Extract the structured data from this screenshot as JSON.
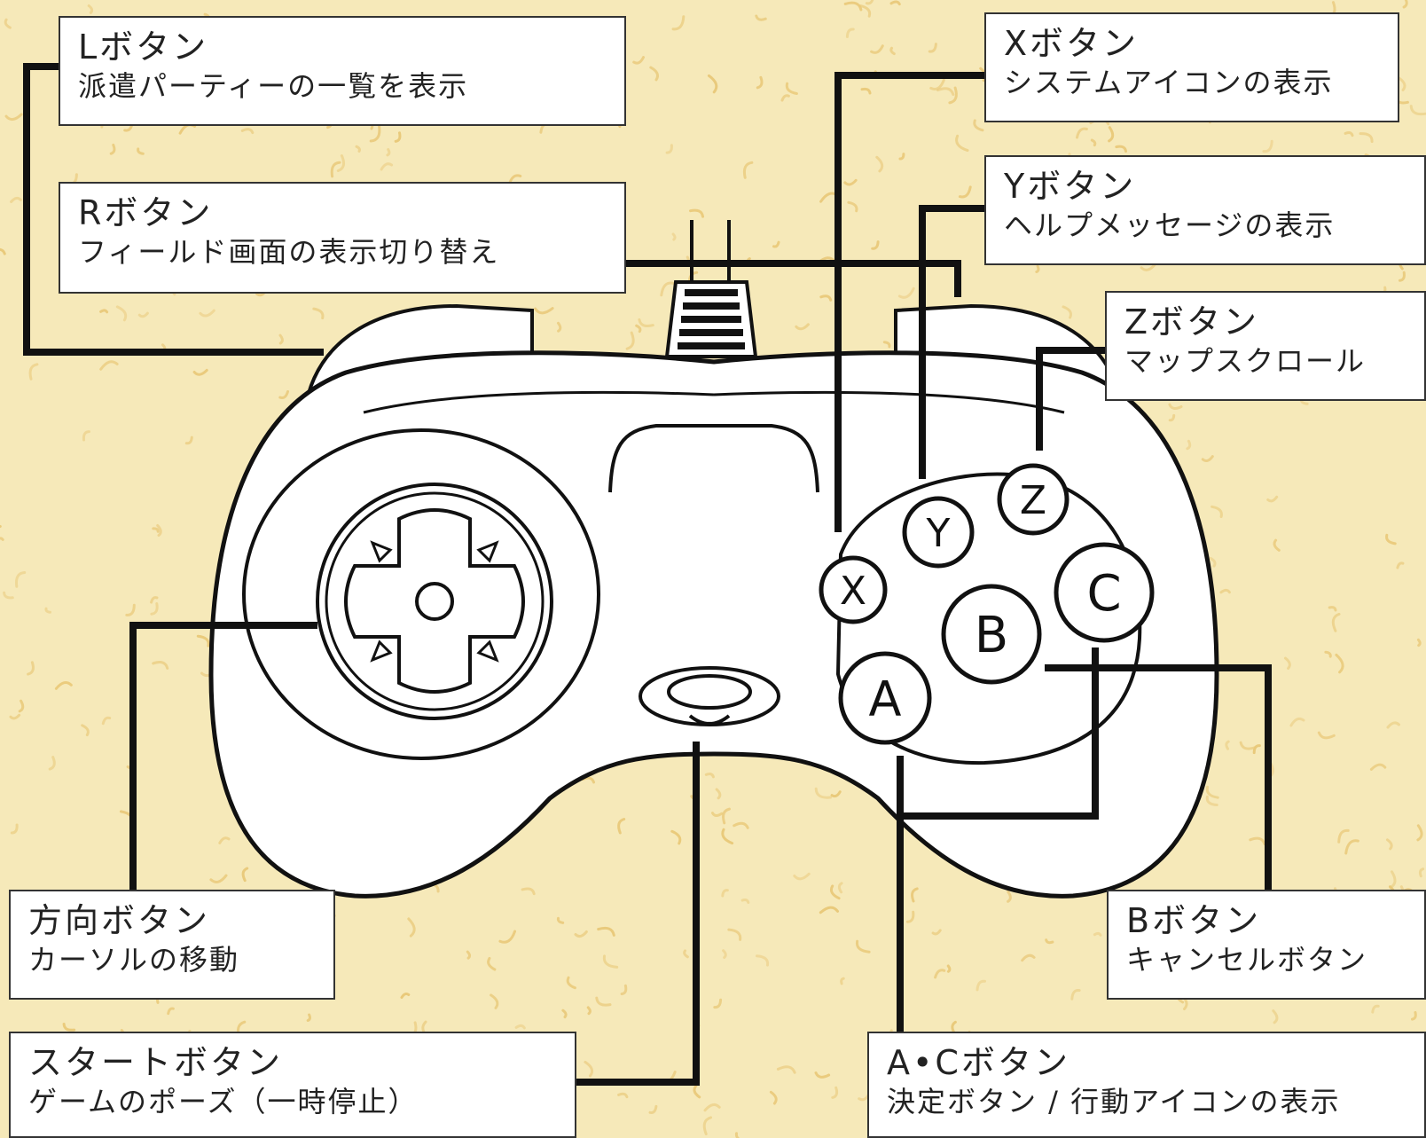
{
  "colors": {
    "background": "#f6e9b9",
    "speckle": "#e9c97a",
    "line": "#111111",
    "box_border": "#333333"
  },
  "controller": {
    "face_buttons": [
      {
        "id": "x",
        "label": "X"
      },
      {
        "id": "y",
        "label": "Y"
      },
      {
        "id": "z",
        "label": "Z"
      },
      {
        "id": "a",
        "label": "A"
      },
      {
        "id": "b",
        "label": "B"
      },
      {
        "id": "c",
        "label": "C"
      }
    ]
  },
  "labels": {
    "l": {
      "title": "Lボタン",
      "desc": "派遣パーティーの一覧を表示"
    },
    "r": {
      "title": "Rボタン",
      "desc": "フィールド画面の表示切り替え"
    },
    "x": {
      "title": "Xボタン",
      "desc": "システムアイコンの表示"
    },
    "y": {
      "title": "Yボタン",
      "desc": "ヘルプメッセージの表示"
    },
    "z": {
      "title": "Zボタン",
      "desc": "マップスクロール"
    },
    "dpad": {
      "title": "方向ボタン",
      "desc": "カーソルの移動"
    },
    "b": {
      "title": "Bボタン",
      "desc": "キャンセルボタン"
    },
    "start": {
      "title": "スタートボタン",
      "desc": "ゲームのポーズ（一時停止）"
    },
    "ac": {
      "title": "A•Cボタン",
      "desc": "決定ボタン / 行動アイコンの表示"
    }
  }
}
